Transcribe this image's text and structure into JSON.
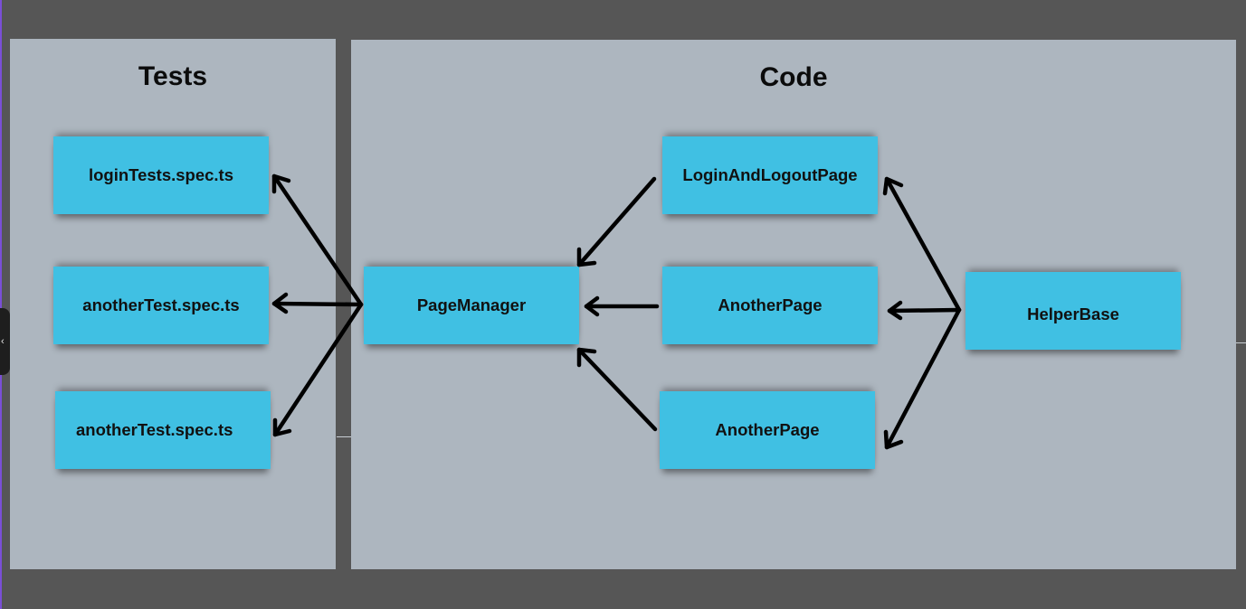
{
  "panels": {
    "tests": {
      "title": "Tests"
    },
    "code": {
      "title": "Code"
    }
  },
  "boxes": {
    "login_tests": "loginTests.spec.ts",
    "another_test_1": "anotherTest.spec.ts",
    "another_test_2": "anotherTest.spec.ts",
    "page_manager": "PageManager",
    "login_logout_page": "LoginAndLogoutPage",
    "another_page_1": "AnotherPage",
    "another_page_2": "AnotherPage",
    "helper_base": "HelperBase"
  },
  "colors": {
    "background": "#565656",
    "panel": "#adb6bf",
    "box": "#40c0e3",
    "arrow": "#000000"
  },
  "icons": {
    "collapse": "chevron-left-icon",
    "collapse_glyph": "‹"
  }
}
